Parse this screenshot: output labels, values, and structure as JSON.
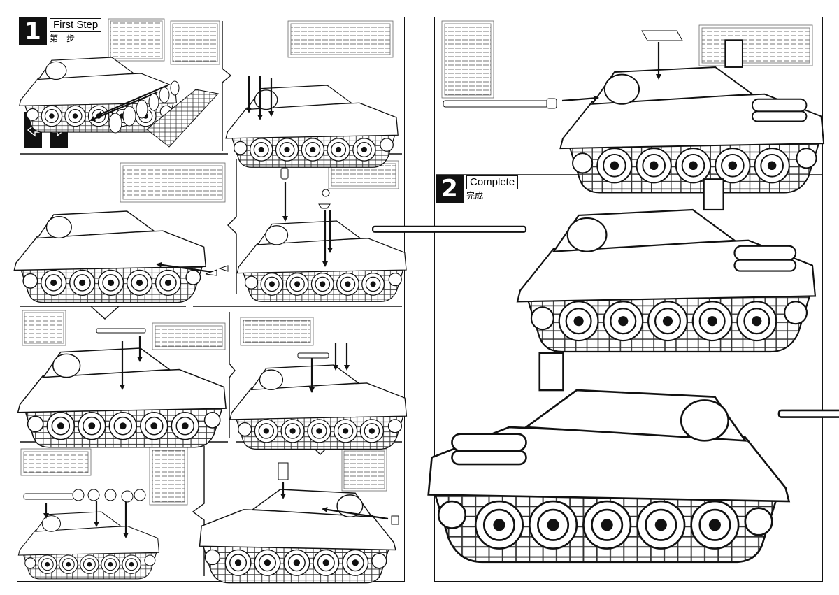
{
  "steps": [
    {
      "number": "1",
      "title": "First Step",
      "subtitle": "第一步"
    },
    {
      "number": "2",
      "title": "Complete",
      "subtitle": "完成"
    }
  ],
  "colors": {
    "ink": "#111111",
    "paper": "#ffffff",
    "grey": "#888888"
  },
  "icons": [
    "tank-line-art",
    "parts-sheet",
    "assembly-arrow",
    "mirror-arrows-icon"
  ]
}
